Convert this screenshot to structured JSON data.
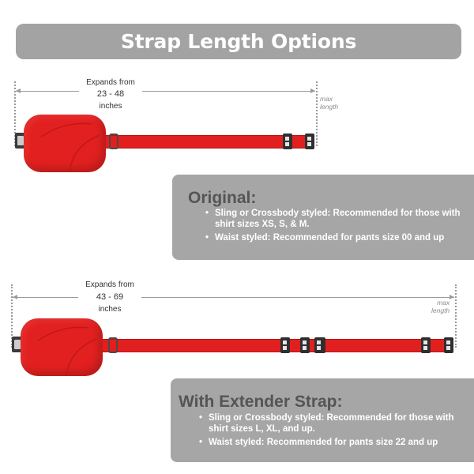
{
  "title": "Strap Length Options",
  "original": {
    "expands_from": "Expands from",
    "range": "23 - 48",
    "unit": "inches",
    "max_length": [
      "max",
      "length"
    ],
    "heading": "Original:",
    "bullets": [
      "Sling or Crossbody styled: Recommended for those with shirt sizes XS, S, & M.",
      "Waist styled:  Recommended for pants size 00 and up"
    ]
  },
  "extender": {
    "expands_from": "Expands from",
    "range": "43 - 69",
    "unit": "inches",
    "max_length": [
      "max",
      "length"
    ],
    "heading": "With Extender Strap:",
    "bullets": [
      "Sling or Crossbody styled: Recommended for those with shirt sizes L, XL, and up.",
      "Waist styled:  Recommended for pants size 22 and up"
    ]
  },
  "colors": {
    "strap_red": "#e21f1f",
    "banner_gray": "#a3a3a3",
    "heading_gray": "#555555"
  }
}
